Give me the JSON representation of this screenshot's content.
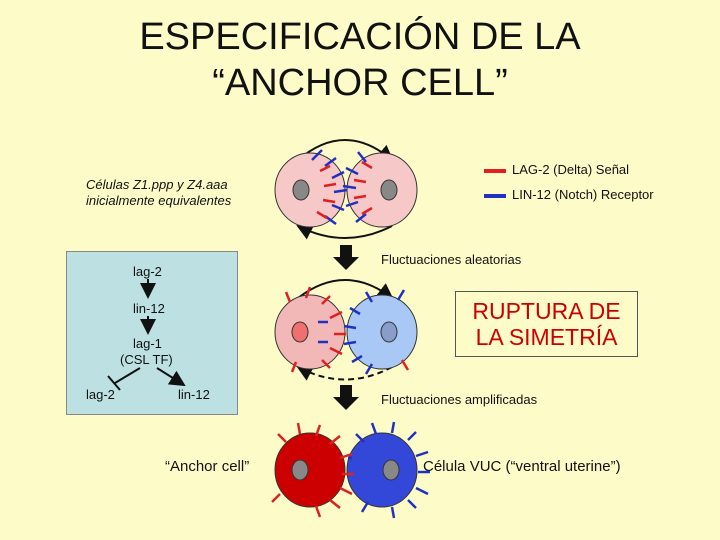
{
  "title": {
    "line1": "ESPECIFICACIÓN DE LA",
    "line2": "“ANCHOR CELL”"
  },
  "legend": {
    "signal": "LAG-2 (Delta) Señal",
    "receptor": "LIN-12 (Notch) Receptor",
    "signal_color": "#e02020",
    "receptor_color": "#2030c0"
  },
  "initial_label": {
    "line1": "Células Z1.ppp y Z4.aaa",
    "line2": "inicialmente equivalentes"
  },
  "pathway": {
    "lag2_top": "lag-2",
    "lin12": "lin-12",
    "lag1": "lag-1",
    "csl": "(CSL TF)",
    "lag2_bottom": "lag-2",
    "lin12_bottom": "lin-12"
  },
  "steps": {
    "random": "Fluctuaciones aleatorias",
    "amplified": "Fluctuaciones amplificadas"
  },
  "rupture": {
    "line1": "RUPTURA DE",
    "line2": "LA SIMETRÍA"
  },
  "outcome": {
    "anchor": "“Anchor cell”",
    "vuc": "Célula VUC (“ventral uterine”)"
  },
  "colors": {
    "background": "#fdfcc8",
    "cell_equal": "#f7c8c8",
    "cell_pink": "#f2b8b8",
    "cell_blue_light": "#a9c8f5",
    "anchor_cell": "#cc0000",
    "vuc_cell": "#3348d8"
  }
}
